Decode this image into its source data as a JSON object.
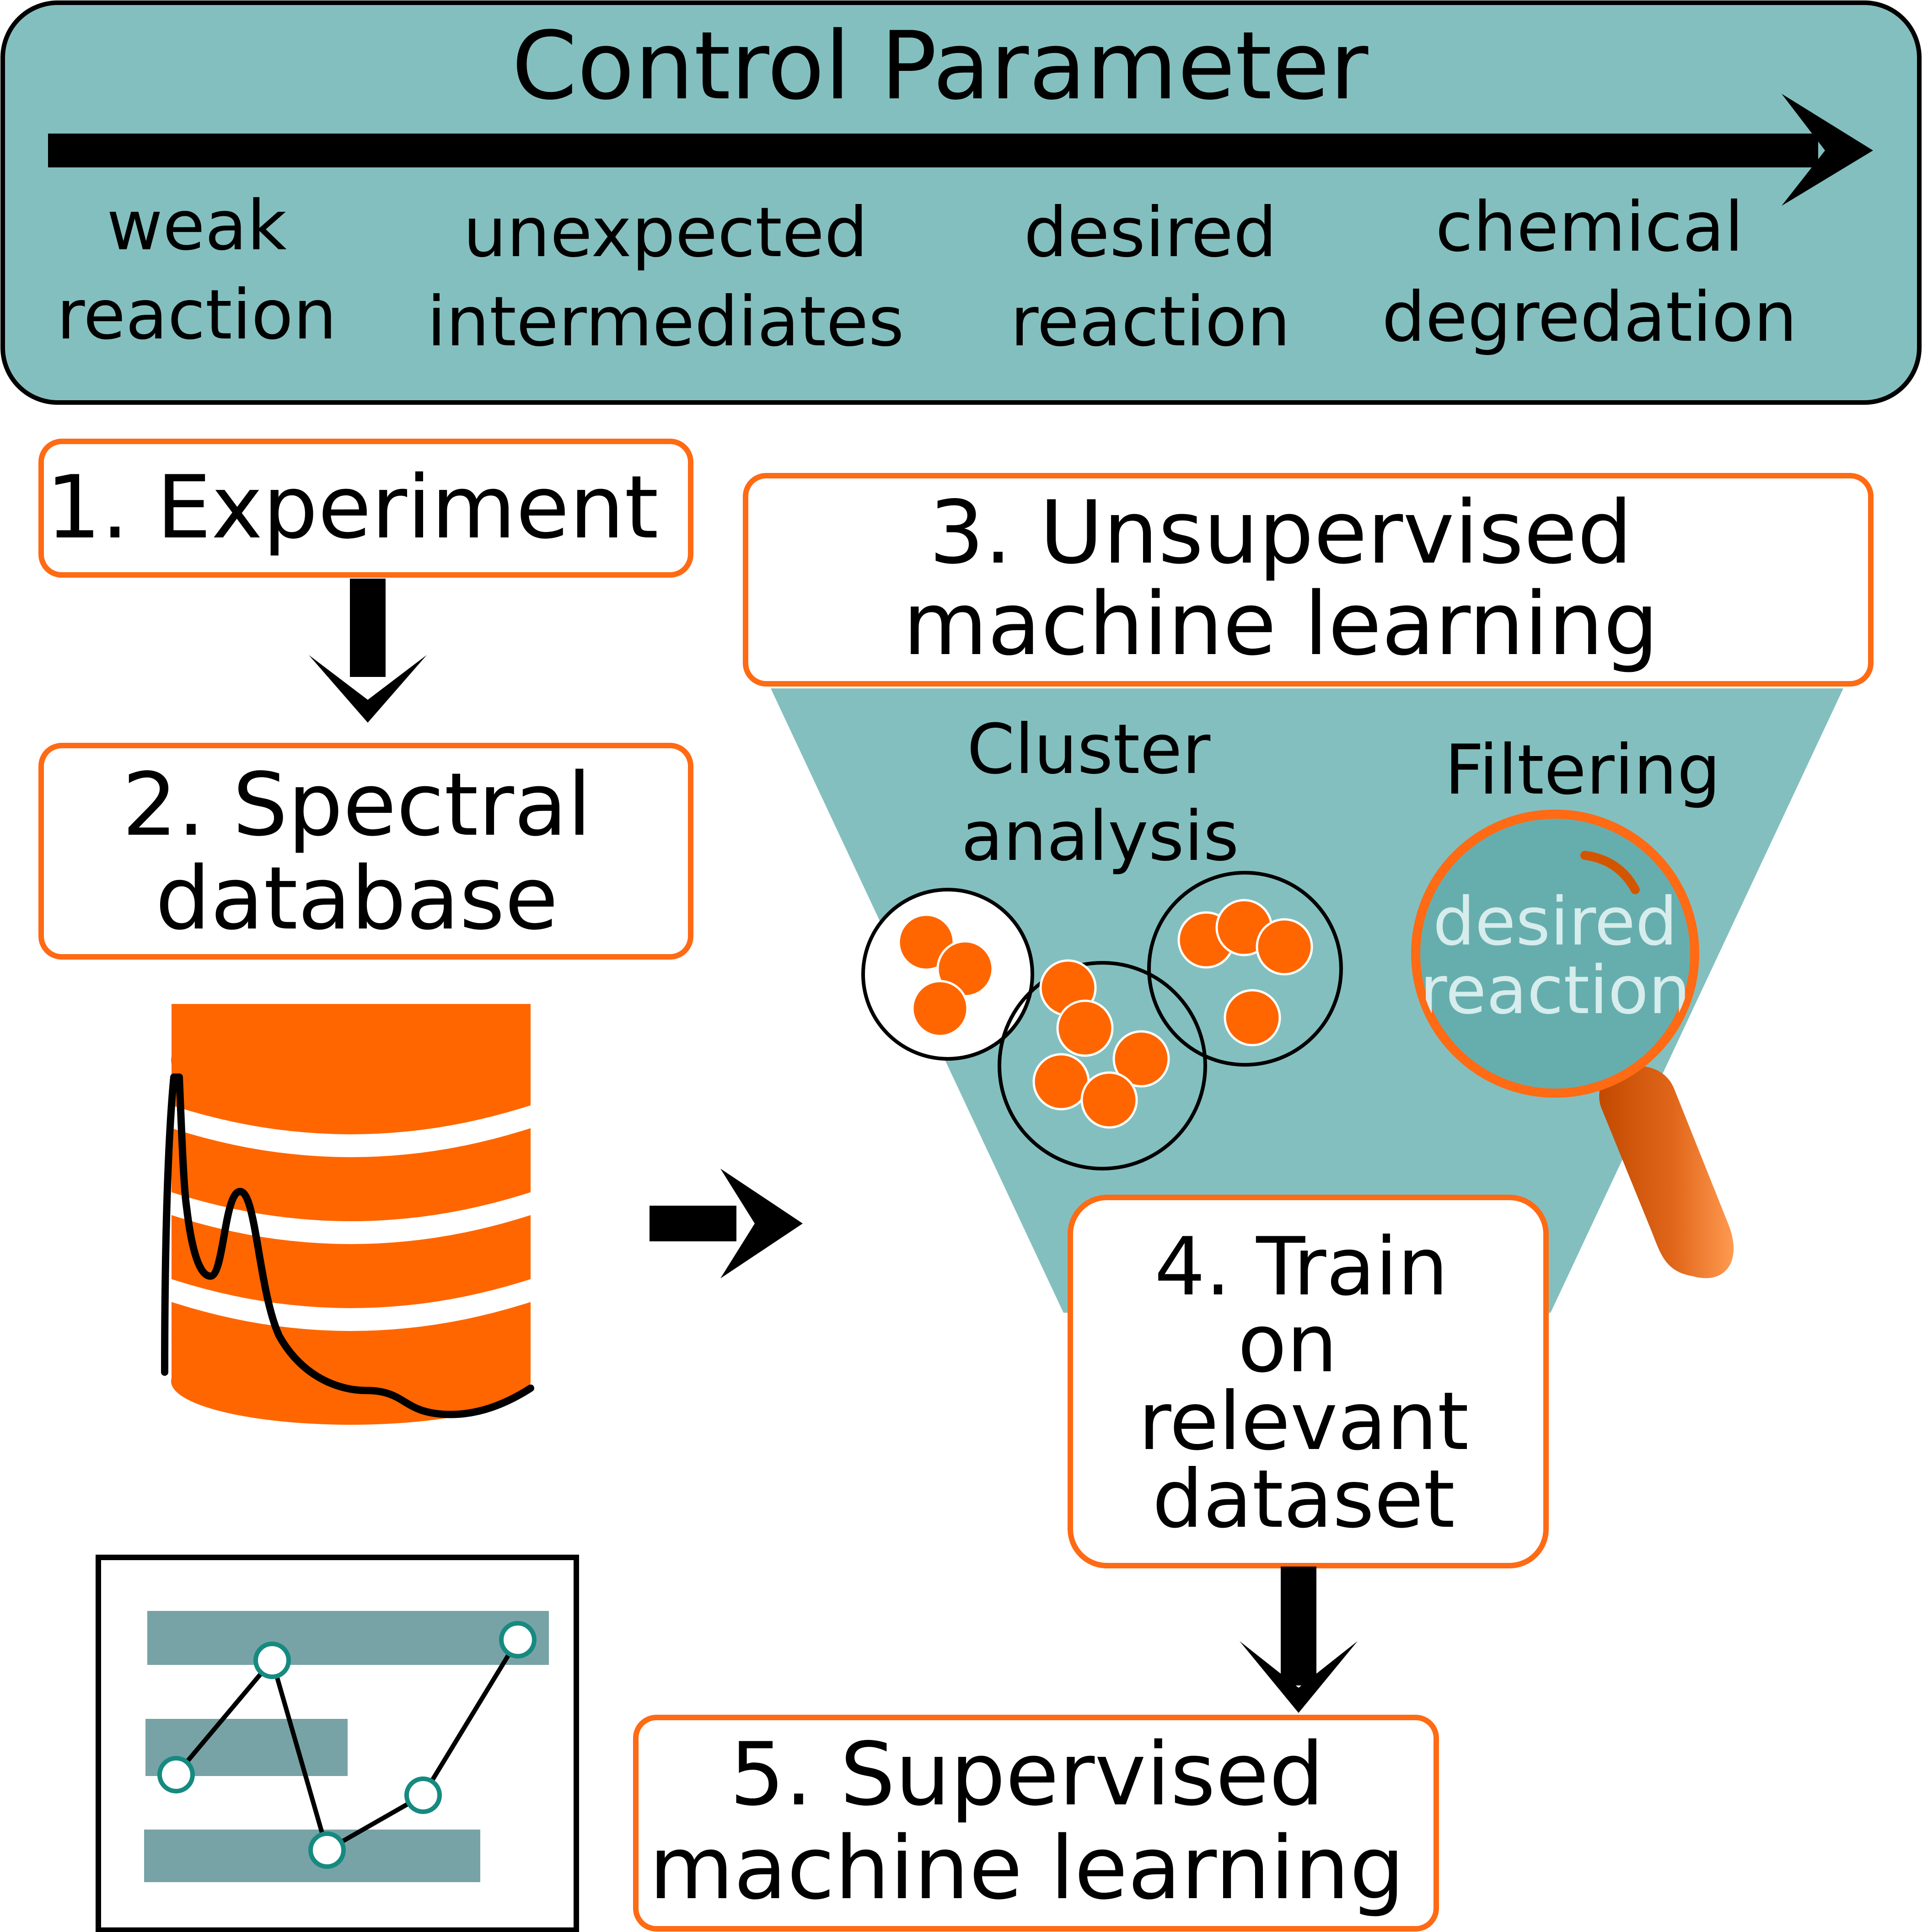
{
  "control_parameter": {
    "title": "Control Parameter",
    "stages": [
      {
        "line1": "weak",
        "line2": "reaction"
      },
      {
        "line1": "unexpected",
        "line2": "intermediates"
      },
      {
        "line1": "desired",
        "line2": "reaction"
      },
      {
        "line1": "chemical",
        "line2": "degredation"
      }
    ]
  },
  "steps": {
    "experiment": "1. Experiment",
    "spectral_database": {
      "line1": "2. Spectral",
      "line2": "database"
    },
    "unsupervised": {
      "line1": "3. Unsupervised",
      "line2": "machine learning"
    },
    "train": {
      "line1": "4. Train",
      "line2": "on",
      "line3": "relevant",
      "line4": "dataset"
    },
    "supervised": {
      "line1": "5. Supervised",
      "line2": "machine learning"
    }
  },
  "funnel": {
    "cluster_label": {
      "line1": "Cluster",
      "line2": "analysis"
    },
    "filtering_label": "Filtering",
    "lens_text": {
      "line1": "desired",
      "line2": "reaction"
    }
  },
  "icons": {
    "database": "database-cylinder-icon",
    "spectrum": "spectrum-curve-icon",
    "magnifier": "magnifying-glass-icon",
    "gantt_chart": "gantt-chart-icon"
  },
  "colors": {
    "teal": "#84bfbf",
    "lens_teal": "#66aeae",
    "orange": "#ff6600",
    "box_border": "#ff6a14",
    "handle": "#d45500",
    "gantt_bar": "#78a3a6",
    "node_stroke": "#168a80"
  }
}
